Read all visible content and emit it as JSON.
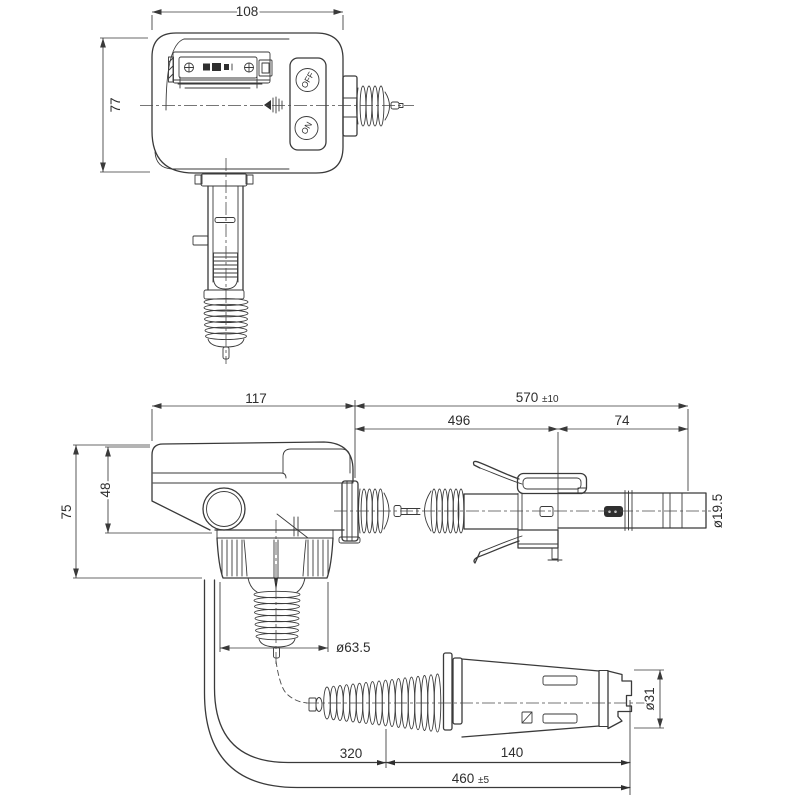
{
  "drawing": {
    "type": "technical-orthographic-views",
    "line_color": "#3a3a3a",
    "background": "#ffffff"
  },
  "labels": {
    "top_view": {
      "width": "108",
      "height": "77",
      "btn_off": "OFF",
      "btn_on": "ON"
    },
    "side_view": {
      "body_width": "117",
      "overall_len": "570",
      "overall_tol": "±10",
      "lance_len": "496",
      "tip_len": "74",
      "body_height": "48",
      "total_height": "75",
      "nut_dia": "ø63.5",
      "tube_dia": "ø19.5"
    },
    "hose_view": {
      "hose_len": "320",
      "handle_len": "140",
      "total_len": "460",
      "total_tol": "±5",
      "handle_dia": "ø31"
    }
  }
}
